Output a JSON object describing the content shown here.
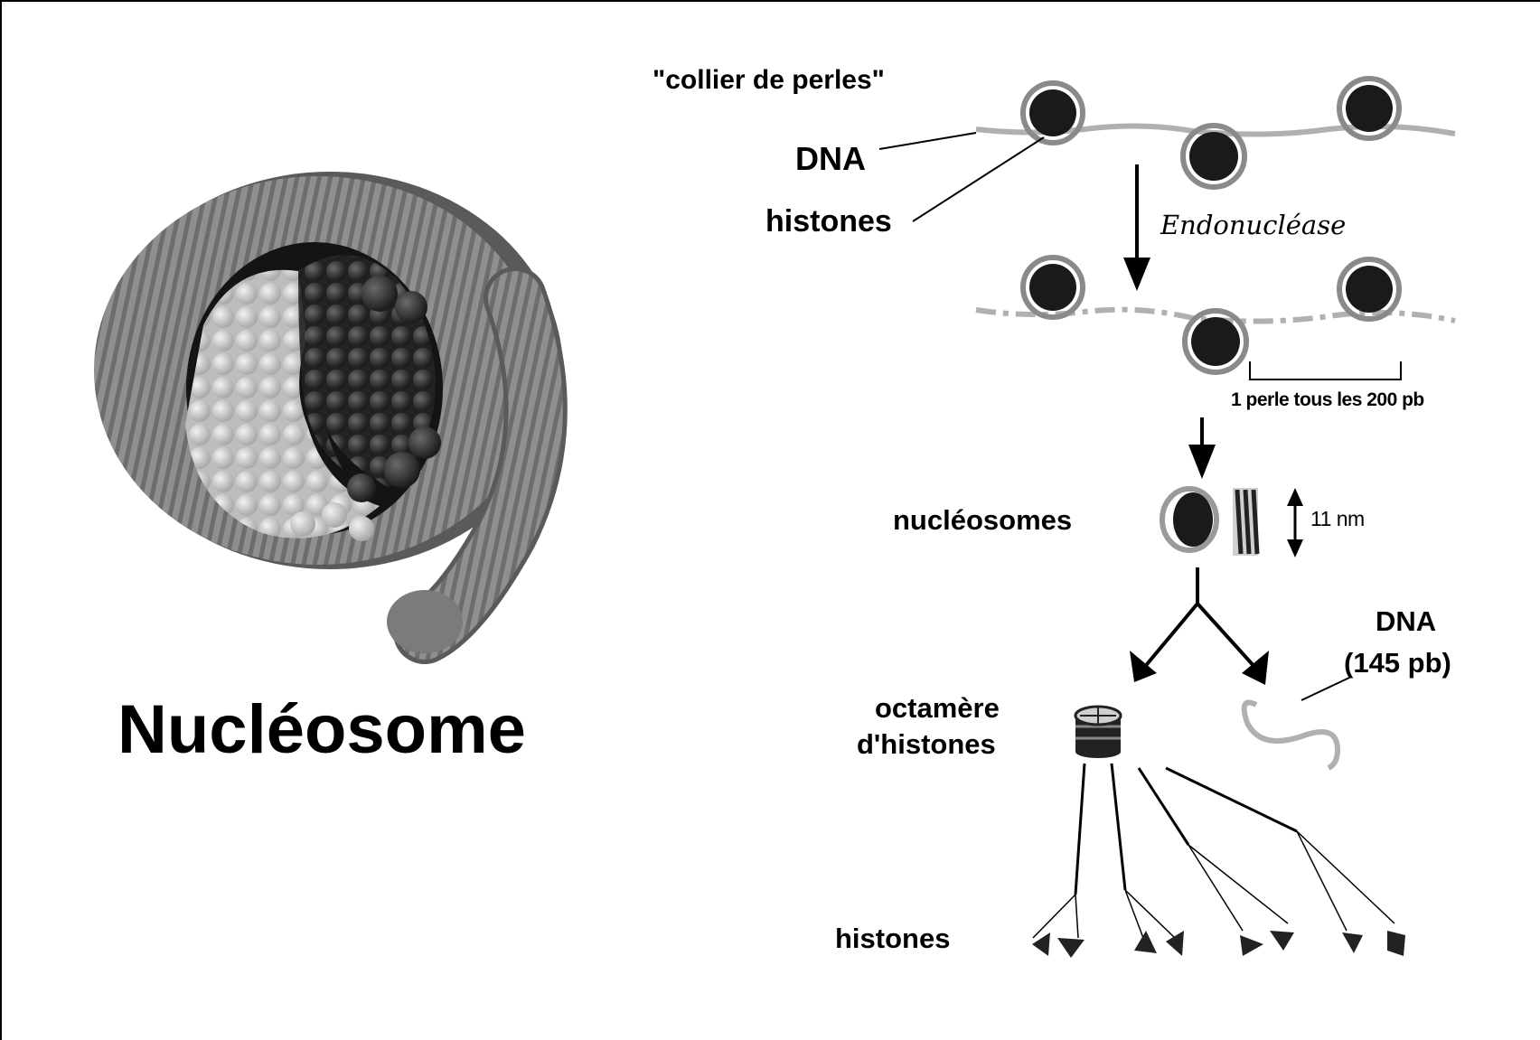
{
  "left": {
    "title": "Nucléosome"
  },
  "right": {
    "collier": "\"collier de perles\"",
    "dna_top": "DNA",
    "histones_top": "histones",
    "endonuclease": "Endonucléase",
    "spacing": "1 perle tous les 200 pb",
    "nucleosomes": "nucléosomes",
    "size": "11 nm",
    "dna_free_1": "DNA",
    "dna_free_2": "(145 pb)",
    "octamere_1": "octamère",
    "octamere_2": "d'histones",
    "histones_bottom": "histones"
  },
  "colors": {
    "background": "#ffffff",
    "ink": "#000000",
    "dna": "#b0b0b0",
    "bead": "#1a1a1a",
    "ring": "#8a8a8a"
  }
}
